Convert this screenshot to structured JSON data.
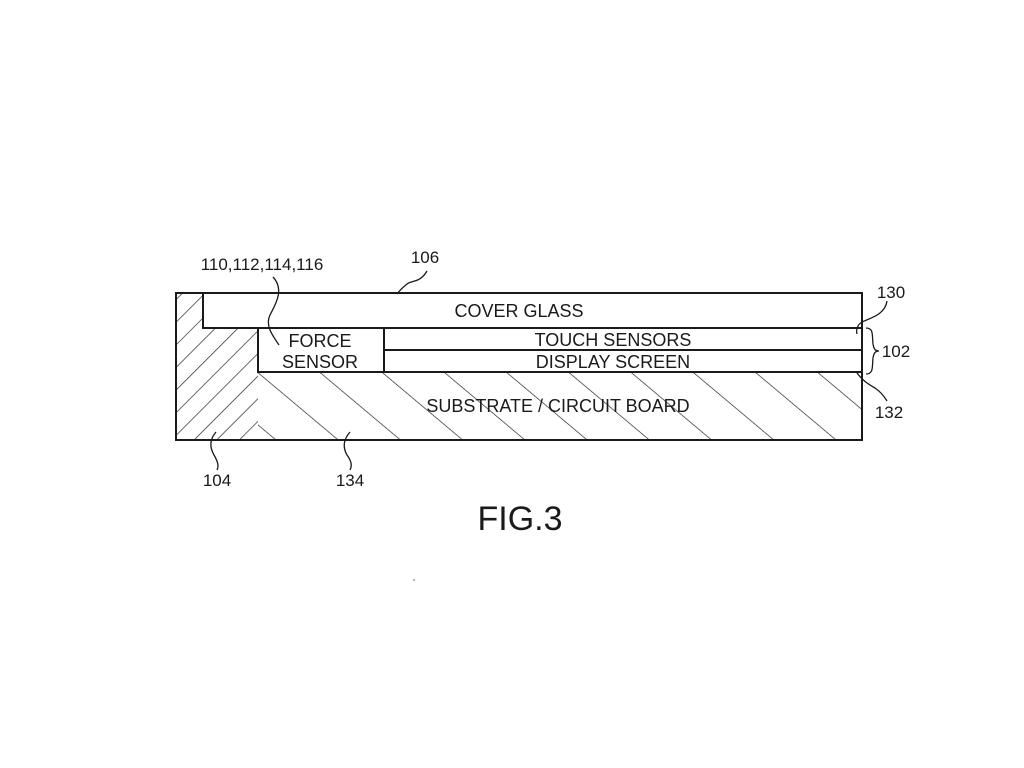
{
  "figure": {
    "caption": "FIG.3",
    "layers": {
      "cover_glass": "COVER GLASS",
      "force_sensor_line1": "FORCE",
      "force_sensor_line2": "SENSOR",
      "touch_sensors": "TOUCH SENSORS",
      "display_screen": "DISPLAY SCREEN",
      "substrate": "SUBSTRATE / CIRCUIT BOARD"
    },
    "reference_numerals": {
      "force_sensors": "110,112,114,116",
      "cover_glass": "106",
      "top_edge": "130",
      "display_stack": "102",
      "bottom_edge": "132",
      "housing": "104",
      "substrate": "134"
    }
  }
}
